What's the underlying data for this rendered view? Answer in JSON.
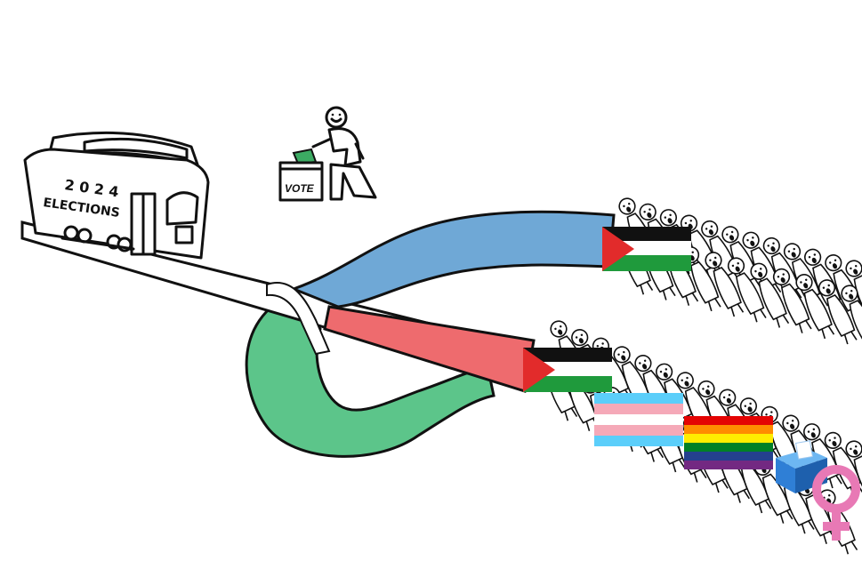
{
  "trolley": {
    "year": "2 0 2 4",
    "label": "ELECTIONS"
  },
  "ballot_box": {
    "label": "VOTE"
  },
  "tracks": {
    "upper_color": "#6fa8d6",
    "middle_color": "#ee6b6e",
    "lower_color": "#5cc58a"
  },
  "flags": {
    "palestine_upper": "palestine-flag",
    "palestine_lower": "palestine-flag",
    "transgender": "transgender-flag",
    "pride": "rainbow-pride-flag",
    "ballot_box": "ballot-box-emoji",
    "female_sign": "female-sign-emoji"
  },
  "colors": {
    "female_sign": "#e879b5",
    "ballot_box": "#2f7fd6"
  }
}
